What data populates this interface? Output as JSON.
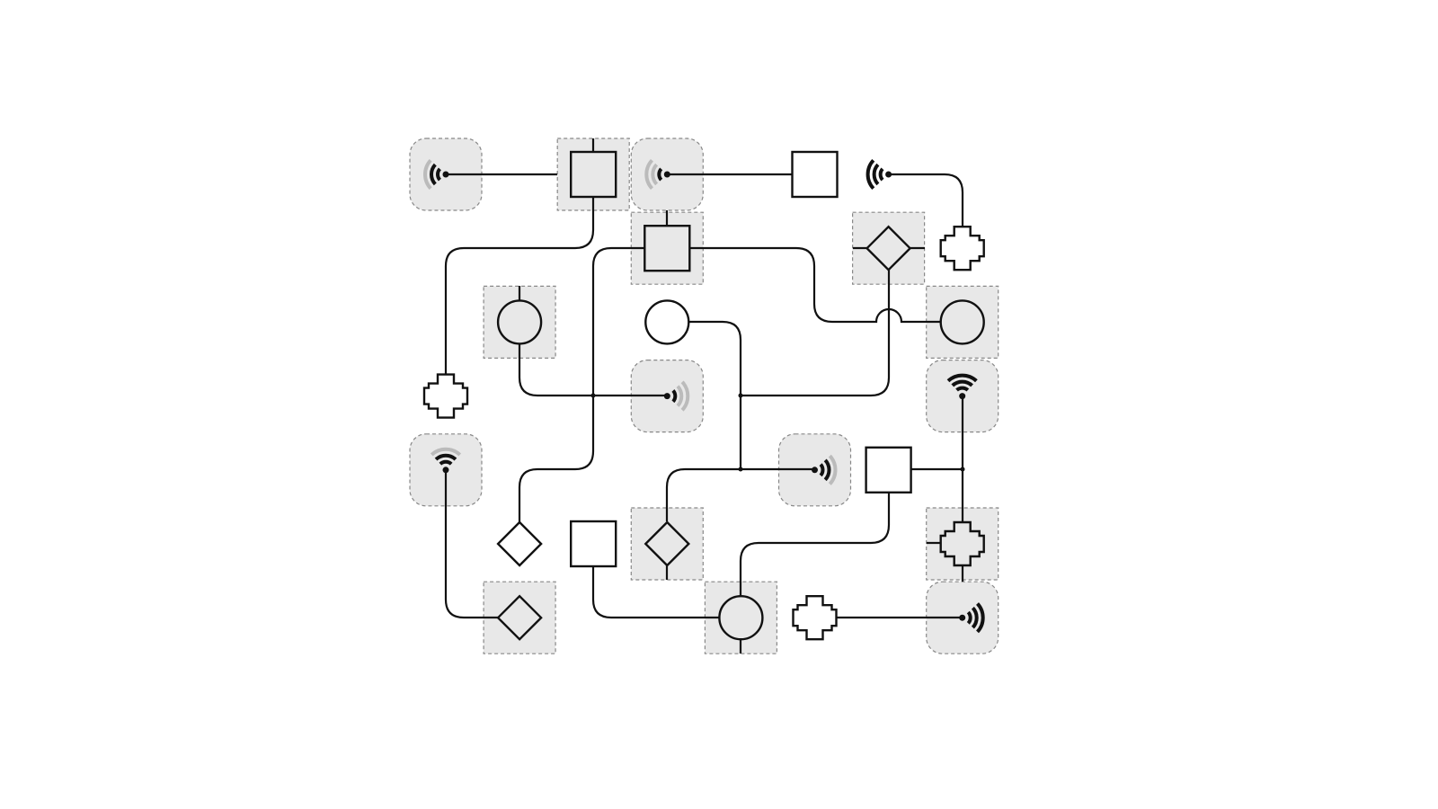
{
  "board": {
    "columns": 8,
    "rows": 7,
    "colors": {
      "tile_highlight": "#e8e8e8",
      "tile_border": "#888888",
      "stroke": "#111111",
      "weak_signal": "#bbbbbb"
    },
    "nodes": [
      {
        "type": "wifi",
        "col": 0,
        "row": 0,
        "dir": "left",
        "signal": 2,
        "highlighted": true
      },
      {
        "type": "square",
        "col": 2,
        "row": 0,
        "highlighted": true
      },
      {
        "type": "wifi",
        "col": 3,
        "row": 0,
        "dir": "left",
        "signal": 1,
        "highlighted": true
      },
      {
        "type": "square",
        "col": 5,
        "row": 0,
        "highlighted": false
      },
      {
        "type": "wifi",
        "col": 6,
        "row": 0,
        "dir": "left",
        "signal": 3,
        "highlighted": false
      },
      {
        "type": "square",
        "col": 3,
        "row": 1,
        "highlighted": true
      },
      {
        "type": "diamond",
        "col": 6,
        "row": 1,
        "highlighted": true
      },
      {
        "type": "cross",
        "col": 7,
        "row": 1,
        "highlighted": false
      },
      {
        "type": "circle",
        "col": 1,
        "row": 2,
        "highlighted": true
      },
      {
        "type": "circle",
        "col": 3,
        "row": 2,
        "highlighted": false
      },
      {
        "type": "circle",
        "col": 7,
        "row": 2,
        "highlighted": true
      },
      {
        "type": "cross",
        "col": 0,
        "row": 3,
        "highlighted": false
      },
      {
        "type": "wifi",
        "col": 3,
        "row": 3,
        "dir": "right",
        "signal": 1,
        "highlighted": true
      },
      {
        "type": "wifi",
        "col": 7,
        "row": 3,
        "dir": "up",
        "signal": 3,
        "highlighted": true
      },
      {
        "type": "wifi",
        "col": 0,
        "row": 4,
        "dir": "up",
        "signal": 2,
        "highlighted": true
      },
      {
        "type": "wifi",
        "col": 5,
        "row": 4,
        "dir": "right",
        "signal": 2,
        "highlighted": true
      },
      {
        "type": "square",
        "col": 6,
        "row": 4,
        "highlighted": false
      },
      {
        "type": "diamond",
        "col": 1,
        "row": 5,
        "highlighted": false
      },
      {
        "type": "square",
        "col": 2,
        "row": 5,
        "highlighted": false
      },
      {
        "type": "diamond",
        "col": 3,
        "row": 5,
        "highlighted": true
      },
      {
        "type": "cross",
        "col": 7,
        "row": 5,
        "highlighted": true
      },
      {
        "type": "diamond",
        "col": 1,
        "row": 6,
        "highlighted": true
      },
      {
        "type": "circle",
        "col": 4,
        "row": 6,
        "highlighted": true
      },
      {
        "type": "cross",
        "col": 5,
        "row": 6,
        "highlighted": false
      },
      {
        "type": "wifi",
        "col": 7,
        "row": 6,
        "dir": "right",
        "signal": 3,
        "highlighted": true
      }
    ]
  }
}
